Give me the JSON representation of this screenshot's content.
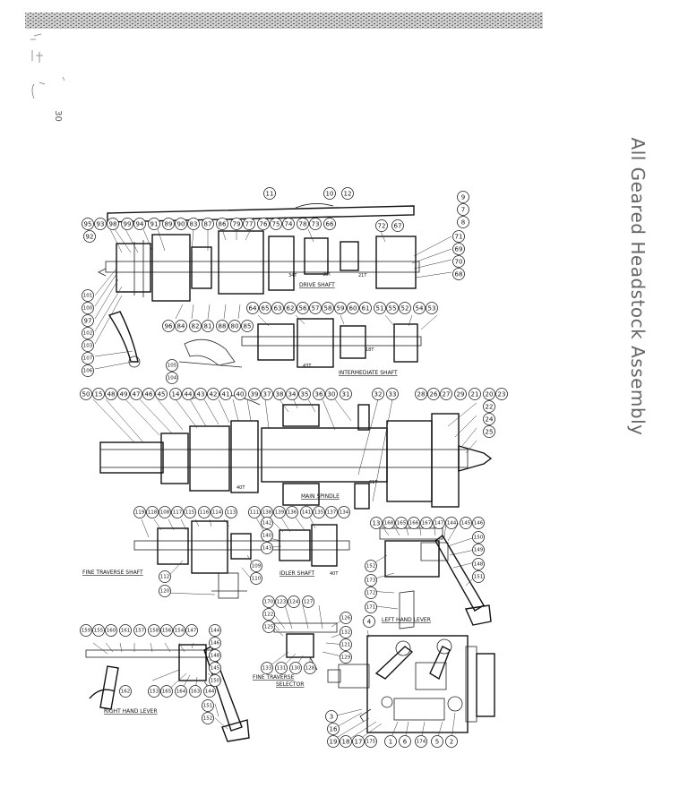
{
  "title": "All Geared Headstock Assembly",
  "page_number": "30",
  "sections": {
    "drive_shaft": "DRIVE SHAFT",
    "intermediate_shaft": "INTERMEDIATE SHAFT",
    "main_spindle": "MAIN SPINDLE",
    "fine_traverse_shaft": "FINE TRAVERSE SHAFT",
    "idler_shaft": "IDLER SHAFT",
    "left_hand_lever": "LEFT HAND LEVER",
    "right_hand_lever": "RIGHT HAND LEVER",
    "fine_traverse_selector_1": "FINE TRAVERSE",
    "fine_traverse_selector_2": "SELECTOR"
  },
  "tooth_counts": {
    "drive_1": "34T",
    "drive_2": "30T",
    "drive_3": "21T",
    "inter_1": "43T",
    "inter_2": "18T",
    "main_1": "40T",
    "main_2": "61T",
    "idler_1": "40T"
  },
  "callouts": [
    "11",
    "10",
    "12",
    "9",
    "7",
    "8",
    "95",
    "93",
    "98",
    "99",
    "94",
    "91",
    "89",
    "90",
    "83",
    "87",
    "86",
    "79",
    "77",
    "76",
    "75",
    "74",
    "78",
    "73",
    "66",
    "72",
    "67",
    "92",
    "71",
    "69",
    "70",
    "68",
    "101",
    "100",
    "97",
    "102",
    "103",
    "107",
    "106",
    "96",
    "84",
    "82",
    "81",
    "88",
    "80",
    "85",
    "64",
    "65",
    "63",
    "62",
    "56",
    "57",
    "58",
    "59",
    "60",
    "61",
    "51",
    "55",
    "52",
    "54",
    "53",
    "105",
    "104",
    "50",
    "15",
    "48",
    "49",
    "47",
    "46",
    "45",
    "14",
    "44",
    "43",
    "42",
    "41",
    "40",
    "39",
    "37",
    "38",
    "34",
    "35",
    "36",
    "30",
    "31",
    "32",
    "33",
    "28",
    "26",
    "27",
    "29",
    "21",
    "20",
    "23",
    "22",
    "24",
    "25",
    "119",
    "118",
    "108",
    "117",
    "115",
    "116",
    "114",
    "113",
    "111",
    "138",
    "139",
    "136",
    "141",
    "135",
    "137",
    "134",
    "142",
    "140",
    "143",
    "109",
    "110",
    "112",
    "120",
    "13",
    "168",
    "165",
    "166",
    "167",
    "147",
    "144",
    "145",
    "146",
    "150",
    "149",
    "148",
    "151",
    "152",
    "173",
    "172",
    "171",
    "170",
    "123",
    "124",
    "127",
    "122",
    "125",
    "126",
    "132",
    "121",
    "129",
    "133",
    "131",
    "130",
    "128",
    "4",
    "3",
    "16",
    "19",
    "18",
    "17",
    "175",
    "1",
    "6",
    "174",
    "5",
    "2",
    "159",
    "155",
    "160",
    "161",
    "157",
    "158",
    "156",
    "154",
    "147",
    "144",
    "146",
    "148",
    "145",
    "150",
    "162",
    "153",
    "165",
    "164",
    "163",
    "144",
    "151",
    "152"
  ]
}
